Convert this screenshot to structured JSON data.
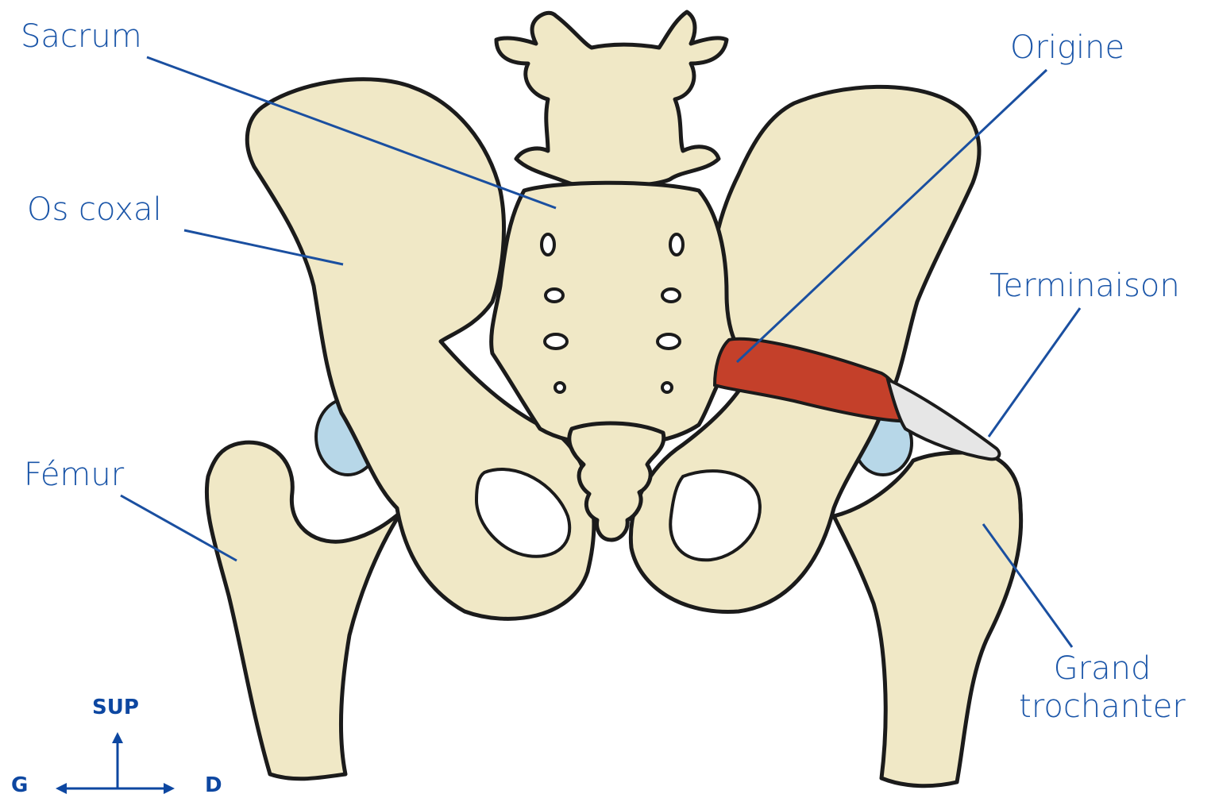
{
  "labels": {
    "sacrum": "Sacrum",
    "os_coxal": "Os coxal",
    "femur": "Fémur",
    "origine": "Origine",
    "terminaison": "Terminaison",
    "grand_trochanter_line1": "Grand",
    "grand_trochanter_line2": "trochanter"
  },
  "orientation": {
    "superior": "SUP",
    "left": "G",
    "right": "D"
  },
  "colors": {
    "bone_fill": "#f0e8c6",
    "outline": "#1b1b1b",
    "muscle": "#c4402a",
    "tendon": "#e6e6e6",
    "cartilage": "#b7d7e8",
    "leader_line": "#1a4fa0",
    "label_text": "#1a55a8"
  }
}
